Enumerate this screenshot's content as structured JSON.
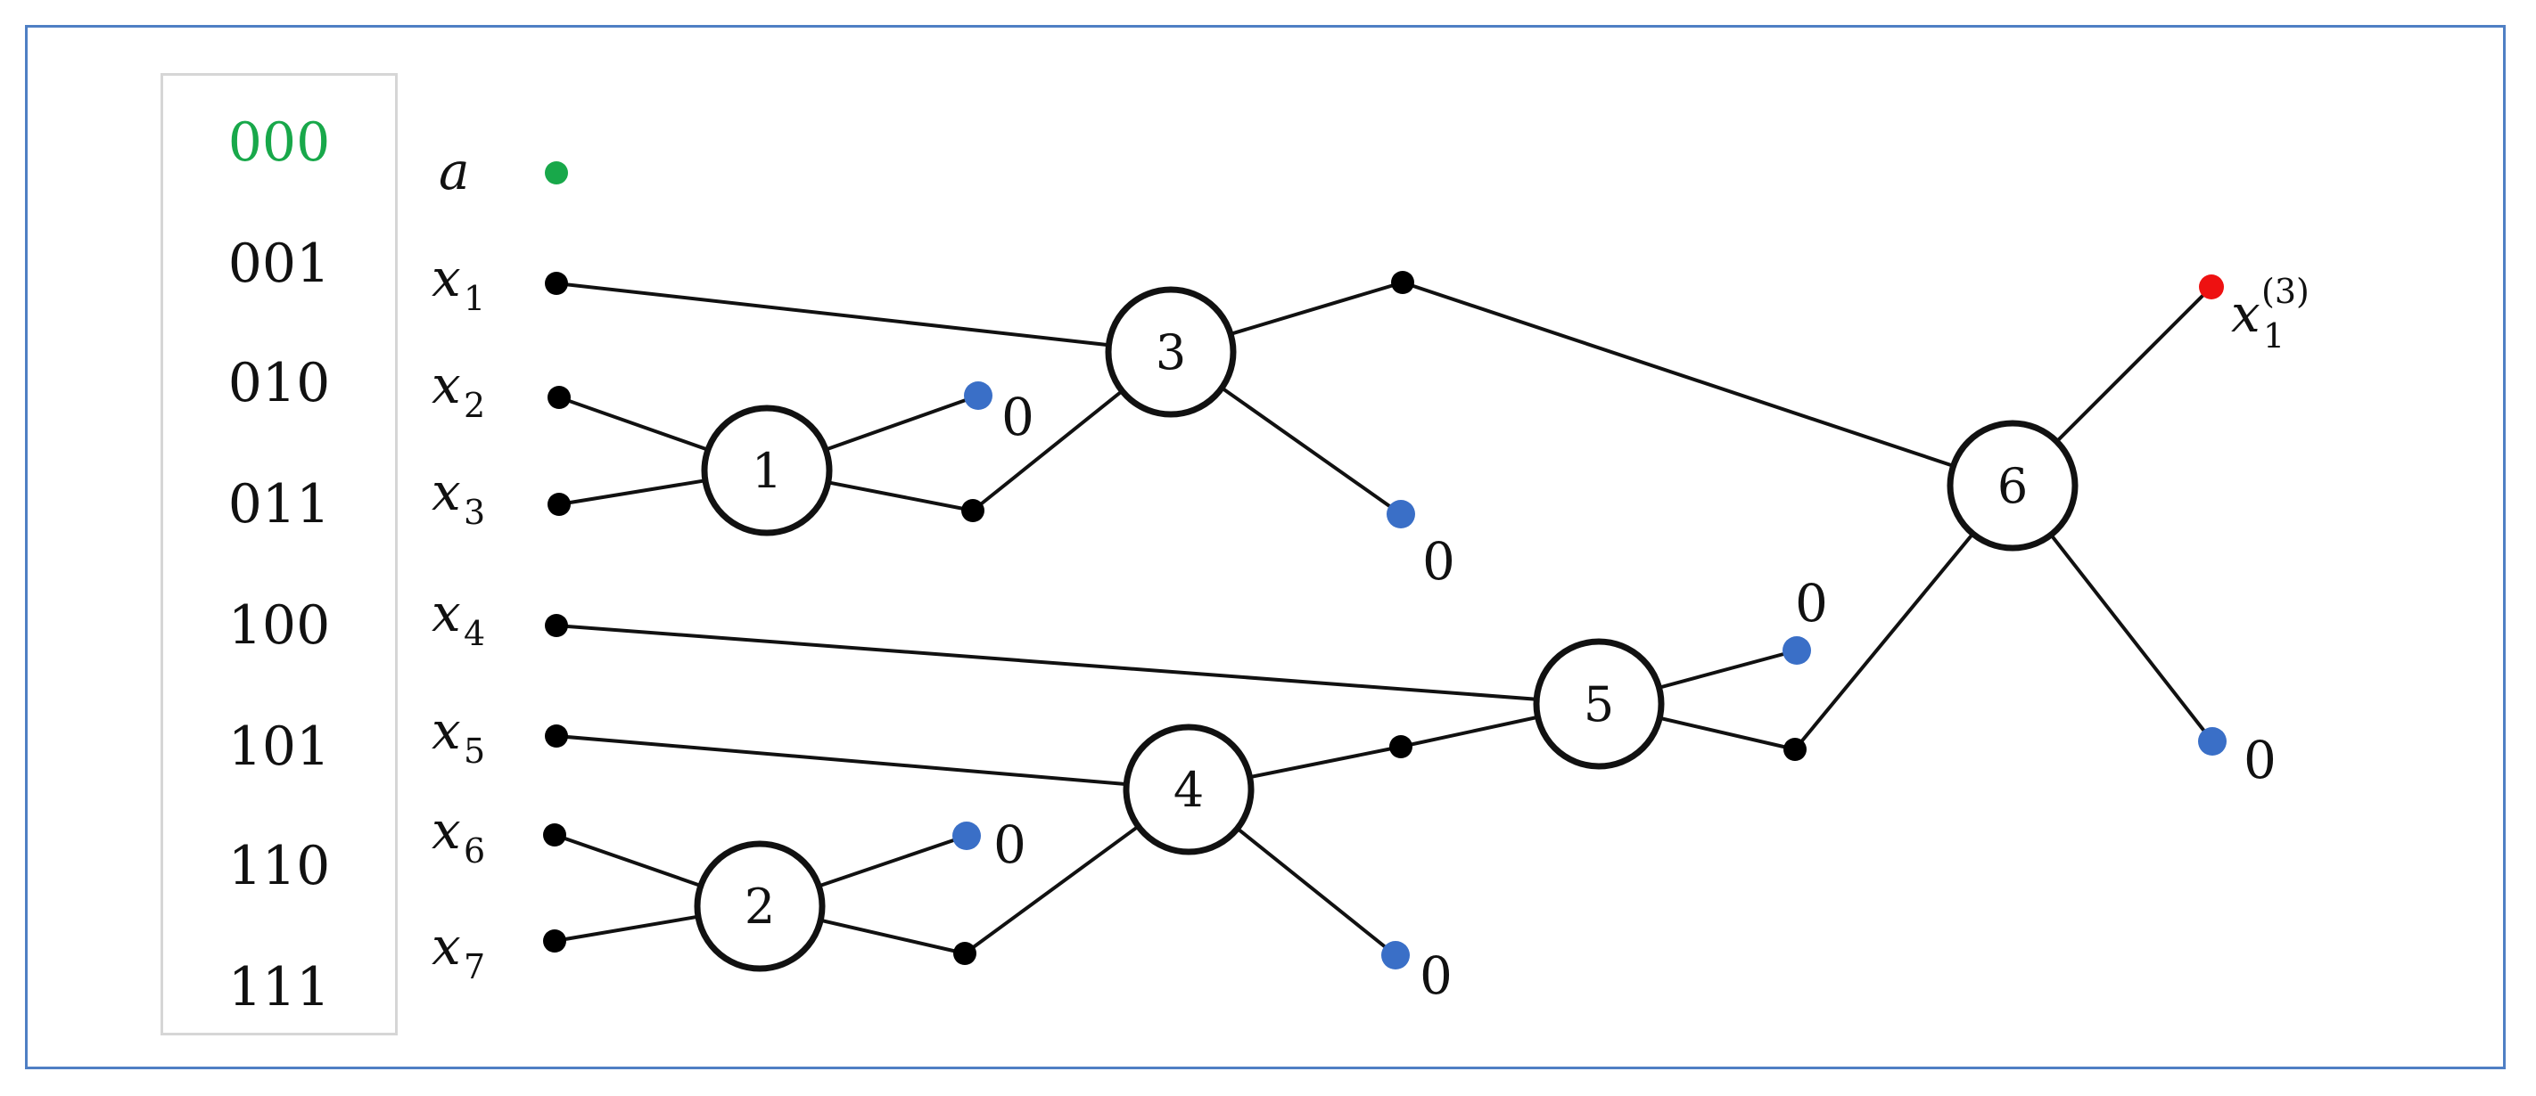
{
  "binary_codes": [
    "000",
    "001",
    "010",
    "011",
    "100",
    "101",
    "110",
    "111"
  ],
  "inputs": {
    "a": "a",
    "x_base": "x",
    "subscripts": [
      "1",
      "2",
      "3",
      "4",
      "5",
      "6",
      "7"
    ]
  },
  "nodes": [
    "1",
    "2",
    "3",
    "4",
    "5",
    "6"
  ],
  "zero_label": "0",
  "output": {
    "base": "x",
    "sub": "1",
    "sup": "(3)"
  },
  "colors": {
    "frame": "#4f7fc4",
    "highlight_code": "#18a84a",
    "ancilla_dot": "#18a84a",
    "wire_dot": "#000000",
    "zero_dot": "#3a6fc7",
    "output_dot": "#ee1111"
  }
}
